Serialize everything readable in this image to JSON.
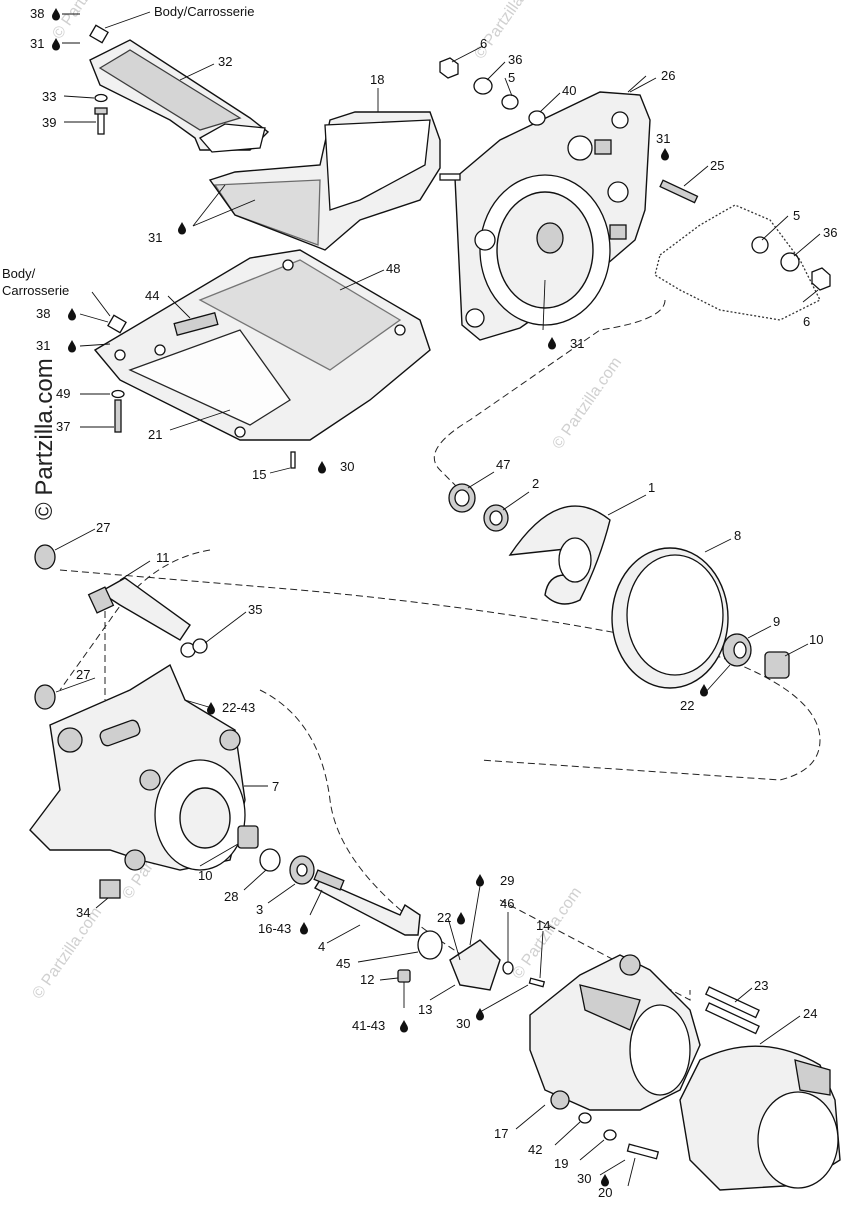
{
  "watermarks": {
    "main": "© Partzilla.com",
    "repeat": "© Partzilla.com"
  },
  "annotations": {
    "body_top": "Body/Carrosserie",
    "body_mid_line1": "Body/",
    "body_mid_line2": "Carrosserie"
  },
  "callouts": {
    "c1": "1",
    "c2": "2",
    "c4": "4",
    "c5a": "5",
    "c5b": "5",
    "c6a": "6",
    "c6b": "6",
    "c7": "7",
    "c8": "8",
    "c9": "9",
    "c10a": "10",
    "c10b": "10",
    "c11": "11",
    "c12": "12",
    "c13": "13",
    "c14": "14",
    "c15": "15",
    "c17": "17",
    "c18": "18",
    "c19": "19",
    "c20": "20",
    "c21": "21",
    "c23": "23",
    "c24": "24",
    "c25": "25",
    "c26": "26",
    "c27a": "27",
    "c27b": "27",
    "c28": "28",
    "c3": "3",
    "c31a": "31",
    "c31b": "31",
    "c31c": "31",
    "c31d": "31",
    "c31e": "31",
    "c32": "32",
    "c33": "33",
    "c34": "34",
    "c35": "35",
    "c36a": "36",
    "c36b": "36",
    "c37": "37",
    "c38a": "38",
    "c38b": "38",
    "c39": "39",
    "c40": "40",
    "c42": "42",
    "c44": "44",
    "c45": "45",
    "c46": "46",
    "c47": "47",
    "c48": "48",
    "c49": "49",
    "c16_43": "16-43",
    "c22": "22",
    "c22_43": "22-43",
    "c22b": "22",
    "c29": "29",
    "c30a": "30",
    "c30b": "30",
    "c30c": "30",
    "c41_43": "41-43"
  },
  "icons": {
    "lubricant": "oil-drop-icon"
  }
}
